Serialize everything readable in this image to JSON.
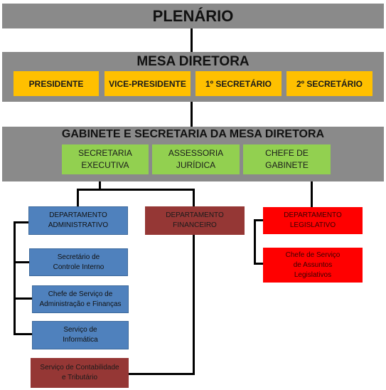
{
  "plenario": {
    "title": "PLENÁRIO"
  },
  "mesa_diretora": {
    "title": "MESA DIRETORA",
    "members": [
      "PRESIDENTE",
      "VICE-PRESIDENTE",
      "1º SECRETÁRIO",
      "2º SECRETÁRIO"
    ]
  },
  "gabinete": {
    "title": "GABINETE E SECRETARIA DA MESA DIRETORA",
    "units": [
      "SECRETARIA\nEXECUTIVA",
      "ASSESSORIA\nJURÍDICA",
      "CHEFE DE\nGABINETE"
    ]
  },
  "administrativo": {
    "title": "DEPARTAMENTO\nADMINISTRATIVO",
    "children": [
      "Secretário de\nControle Interno",
      "Chefe de Serviço de\nAdministração e Finanças",
      "Serviço de\nInformática"
    ]
  },
  "financeiro": {
    "title": "DEPARTAMENTO\nFINANCEIRO",
    "children": [
      "Serviço de Contabilidade\ne Tributário"
    ]
  },
  "legislativo": {
    "title": "DEPARTAMENTO\nLEGISLATIVO",
    "children": [
      "Chefe de Serviço\nde Assuntos\nLegislativos"
    ]
  },
  "colors": {
    "band": "#8a8a8a",
    "mesa_member": "#ffc000",
    "gabinete_unit": "#92d050",
    "administrativo": "#4f81bd",
    "financeiro": "#953735",
    "legislativo": "#ff0000"
  }
}
